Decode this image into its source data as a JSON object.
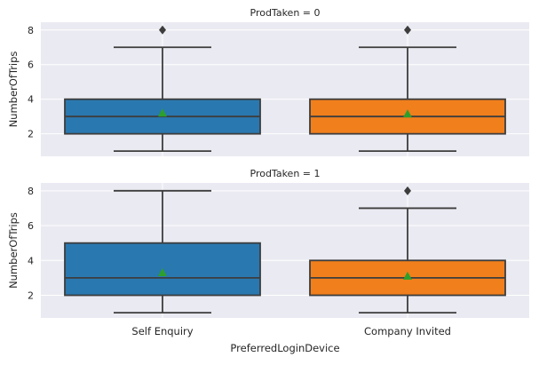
{
  "colors": {
    "background": "#eaeaf2",
    "grid": "#ffffff",
    "box_line": "#3d3d3d",
    "mean_marker": "#2ca02c",
    "series": [
      "#2a78b0",
      "#f07f1c"
    ]
  },
  "chart_data": [
    {
      "type": "box",
      "title": "ProdTaken = 0",
      "xlabel": "",
      "ylabel": "NumberOfTrips",
      "categories": [
        "Self Enquiry",
        "Company Invited"
      ],
      "ylim": [
        0.7,
        8.45
      ],
      "yticks": [
        2,
        4,
        6,
        8
      ],
      "yticklabels": [
        "2",
        "4",
        "6",
        "8"
      ],
      "grid": true,
      "boxes": [
        {
          "category": "Self Enquiry",
          "whisker_low": 1,
          "q1": 2,
          "median": 3,
          "q3": 4,
          "whisker_high": 7,
          "mean": 3.2,
          "outliers": [
            8
          ]
        },
        {
          "category": "Company Invited",
          "whisker_low": 1,
          "q1": 2,
          "median": 3,
          "q3": 4,
          "whisker_high": 7,
          "mean": 3.15,
          "outliers": [
            8
          ]
        }
      ]
    },
    {
      "type": "box",
      "title": "ProdTaken = 1",
      "xlabel": "PreferredLoginDevice",
      "ylabel": "NumberOfTrips",
      "categories": [
        "Self Enquiry",
        "Company Invited"
      ],
      "xticklabels": [
        "Self Enquiry",
        "Company Invited"
      ],
      "ylim": [
        0.7,
        8.45
      ],
      "yticks": [
        2,
        4,
        6,
        8
      ],
      "yticklabels": [
        "2",
        "4",
        "6",
        "8"
      ],
      "grid": true,
      "boxes": [
        {
          "category": "Self Enquiry",
          "whisker_low": 1,
          "q1": 2,
          "median": 3,
          "q3": 5,
          "whisker_high": 8,
          "mean": 3.3,
          "outliers": []
        },
        {
          "category": "Company Invited",
          "whisker_low": 1,
          "q1": 2,
          "median": 3,
          "q3": 4,
          "whisker_high": 7,
          "mean": 3.1,
          "outliers": [
            8
          ]
        }
      ]
    }
  ]
}
